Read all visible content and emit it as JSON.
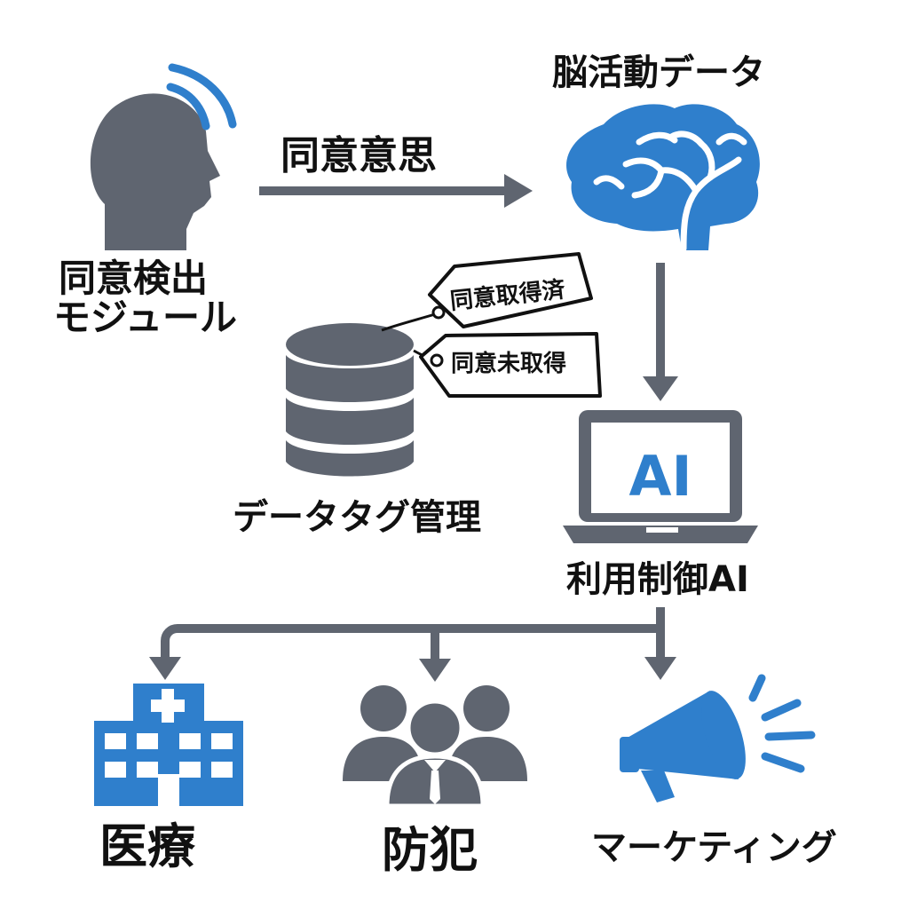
{
  "colors": {
    "gray": "#5f6570",
    "blue": "#2f7fcc",
    "text": "#111111"
  },
  "labels": {
    "consent_module_line1": "同意検出",
    "consent_module_line2": "モジュール",
    "consent_intent": "同意意思",
    "brain_data": "脳活動データ",
    "tag_consented": "同意取得済",
    "tag_not_consented": "同意未取得",
    "data_tag_management": "データタグ管理",
    "ai_screen": "AI",
    "usage_control_ai": "利用制御AI",
    "medical": "医療",
    "crime_prevention": "防犯",
    "marketing": "マーケティング"
  },
  "icons": {
    "head": "head-with-signal-icon",
    "brain": "brain-icon",
    "database": "database-icon",
    "laptop": "laptop-icon",
    "hospital": "hospital-icon",
    "people": "people-group-icon",
    "megaphone": "megaphone-icon"
  }
}
